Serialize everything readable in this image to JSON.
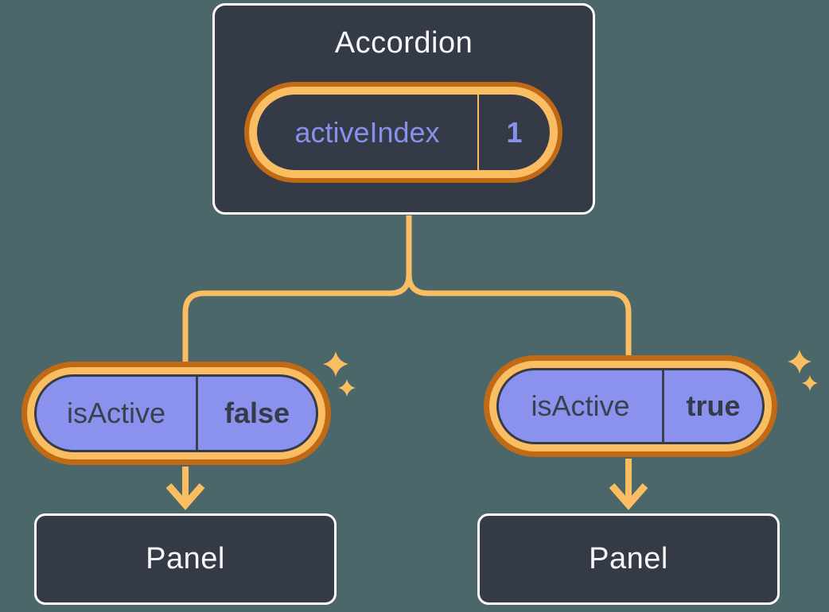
{
  "accordion": {
    "title": "Accordion",
    "state_pill": {
      "label": "activeIndex",
      "value": "1"
    }
  },
  "left_branch": {
    "prop_pill": {
      "label": "isActive",
      "value": "false"
    },
    "panel_title": "Panel"
  },
  "right_branch": {
    "prop_pill": {
      "label": "isActive",
      "value": "true"
    },
    "panel_title": "Panel"
  },
  "icons": {
    "sparkle": "sparkle-icon"
  },
  "colors": {
    "background": "#4C6769",
    "box_fill": "#343A46",
    "box_border": "#FFFFFF",
    "orange_dark": "#C06A16",
    "orange_light": "#FABD62",
    "lavender": "#8A92EE",
    "text_light": "#F6F7F9",
    "text_dark": "#353B48",
    "purple_text": "#8791EA"
  }
}
